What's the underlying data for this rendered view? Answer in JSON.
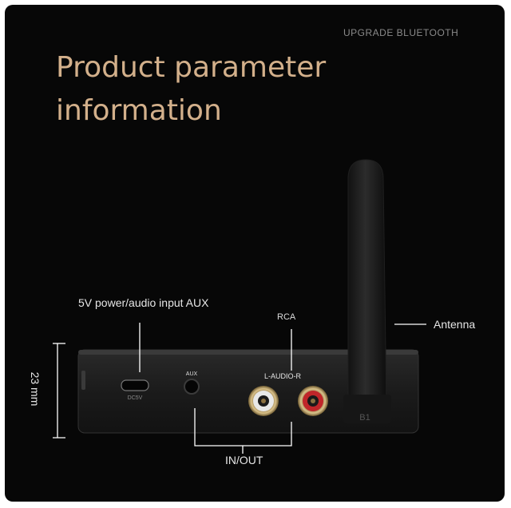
{
  "header": {
    "tag": "UPGRADE BLUETOOTH",
    "title_line1": "Product parameter",
    "title_line2": "information"
  },
  "callouts": {
    "power_aux": "5V power/audio input AUX",
    "rca": "RCA",
    "antenna": "Antenna",
    "in_out": "IN/OUT",
    "height": "23 mm"
  },
  "device_labels": {
    "aux": "AUX",
    "audio": "L-AUDIO-R",
    "dc": "DC5V",
    "logo": "B1"
  }
}
